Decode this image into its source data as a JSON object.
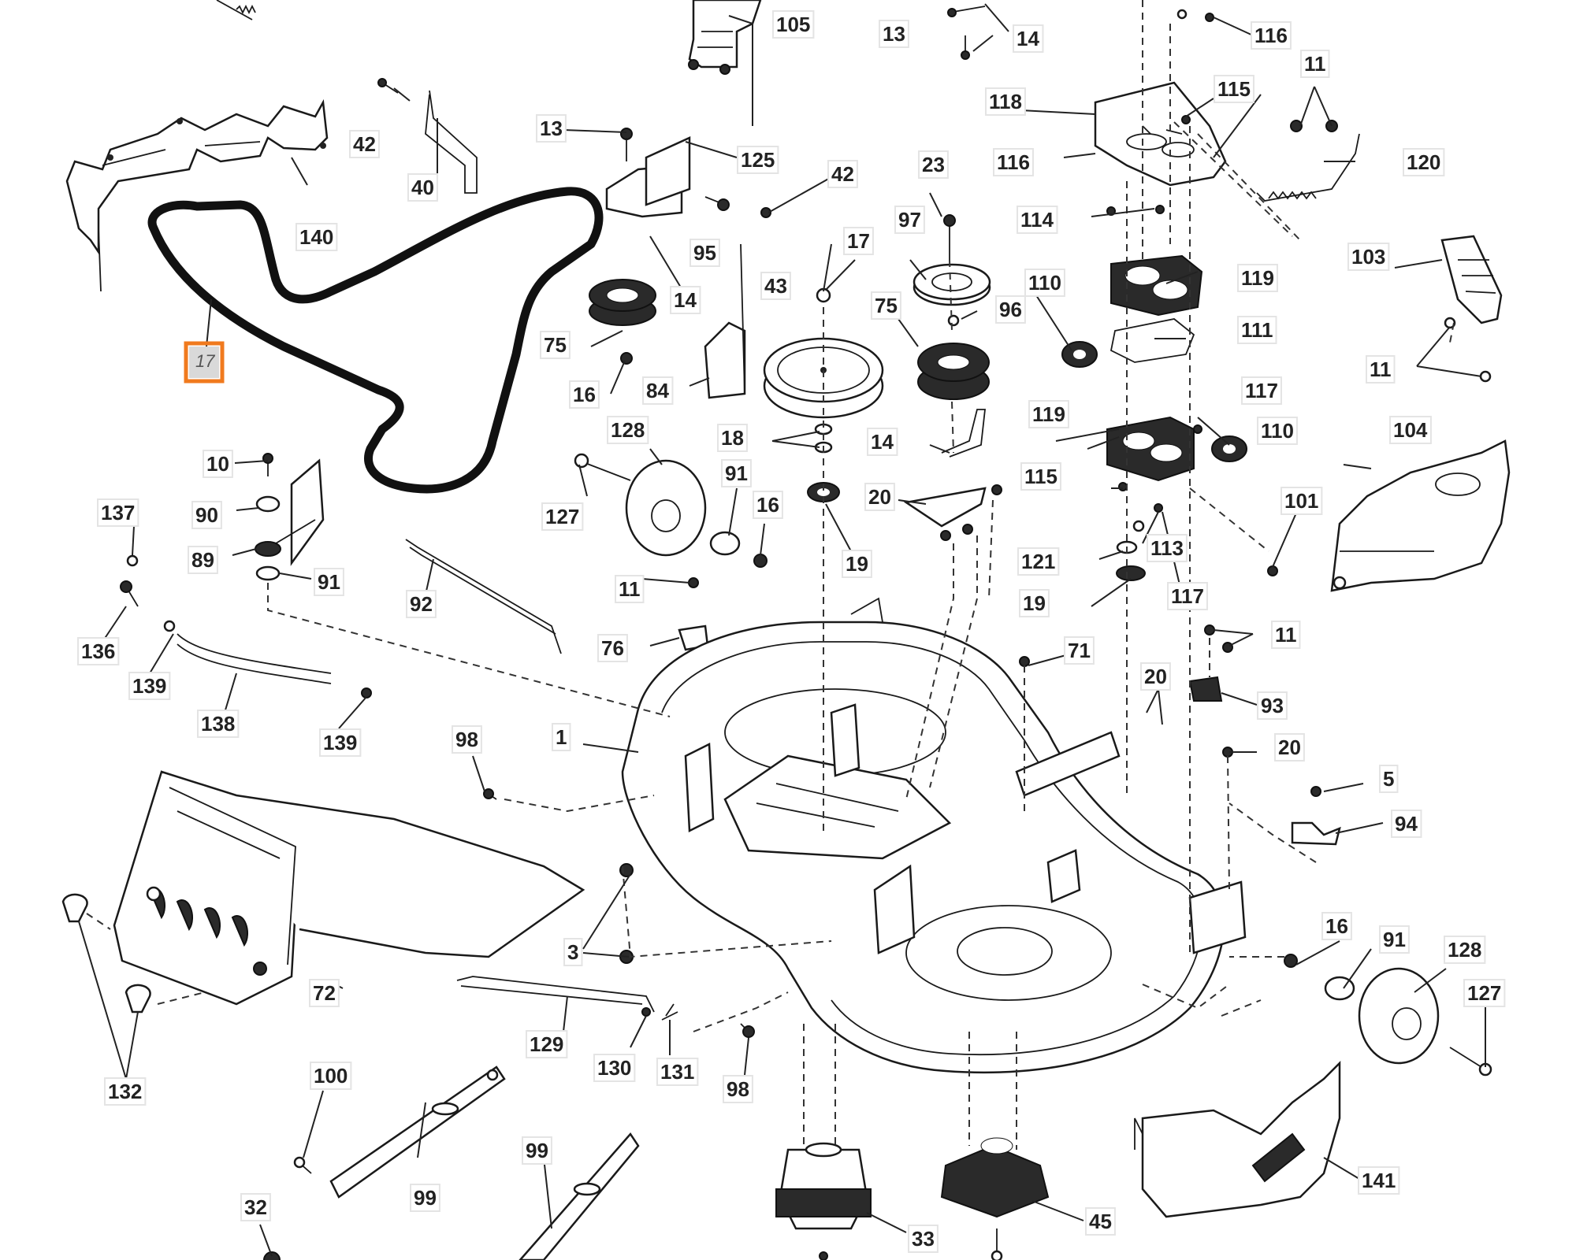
{
  "diagram": {
    "highlight_color": "#f07a1e",
    "highlighted_part": "17",
    "labels": {
      "l105": "105",
      "l13a": "13",
      "l14a": "14",
      "l116a": "116",
      "l42a": "42",
      "l40": "40",
      "l140": "140",
      "l118": "118",
      "l115a": "115",
      "l11a": "11",
      "l116b": "116",
      "l120": "120",
      "l13b": "13",
      "l125": "125",
      "l42b": "42",
      "l95": "95",
      "l14b": "14",
      "l23": "23",
      "l97": "97",
      "l17a": "17",
      "l43": "43",
      "l75a": "75",
      "l75b": "75",
      "l96": "96",
      "l16a": "16",
      "l84": "84",
      "l114": "114",
      "l119a": "119",
      "l110a": "110",
      "l111": "111",
      "l103": "103",
      "l11b": "11",
      "l18": "18",
      "l14c": "14",
      "l128a": "128",
      "l91a": "91",
      "l127a": "127",
      "l16b": "16",
      "l117a": "117",
      "l119b": "119",
      "l110b": "110",
      "l104": "104",
      "l10": "10",
      "l90": "90",
      "l89": "89",
      "l91b": "91",
      "l137": "137",
      "l136": "136",
      "l139a": "139",
      "l138": "138",
      "l139b": "139",
      "l92": "92",
      "l20a": "20",
      "l19a": "19",
      "l115b": "115",
      "l113": "113",
      "l101": "101",
      "l121": "121",
      "l19b": "19",
      "l117b": "117",
      "l11c": "11",
      "l76": "76",
      "l71": "71",
      "l11d": "11",
      "l20b": "20",
      "l93": "93",
      "l20c": "20",
      "l98a": "98",
      "l1": "1",
      "l5": "5",
      "l94": "94",
      "l72": "72",
      "l3": "3",
      "l132": "132",
      "l129": "129",
      "l130": "130",
      "l131": "131",
      "l98b": "98",
      "l16c": "16",
      "l91c": "91",
      "l128b": "128",
      "l127b": "127",
      "l100": "100",
      "l99a": "99",
      "l99b": "99",
      "l32": "32",
      "l33": "33",
      "l45": "45",
      "l141": "141"
    }
  }
}
